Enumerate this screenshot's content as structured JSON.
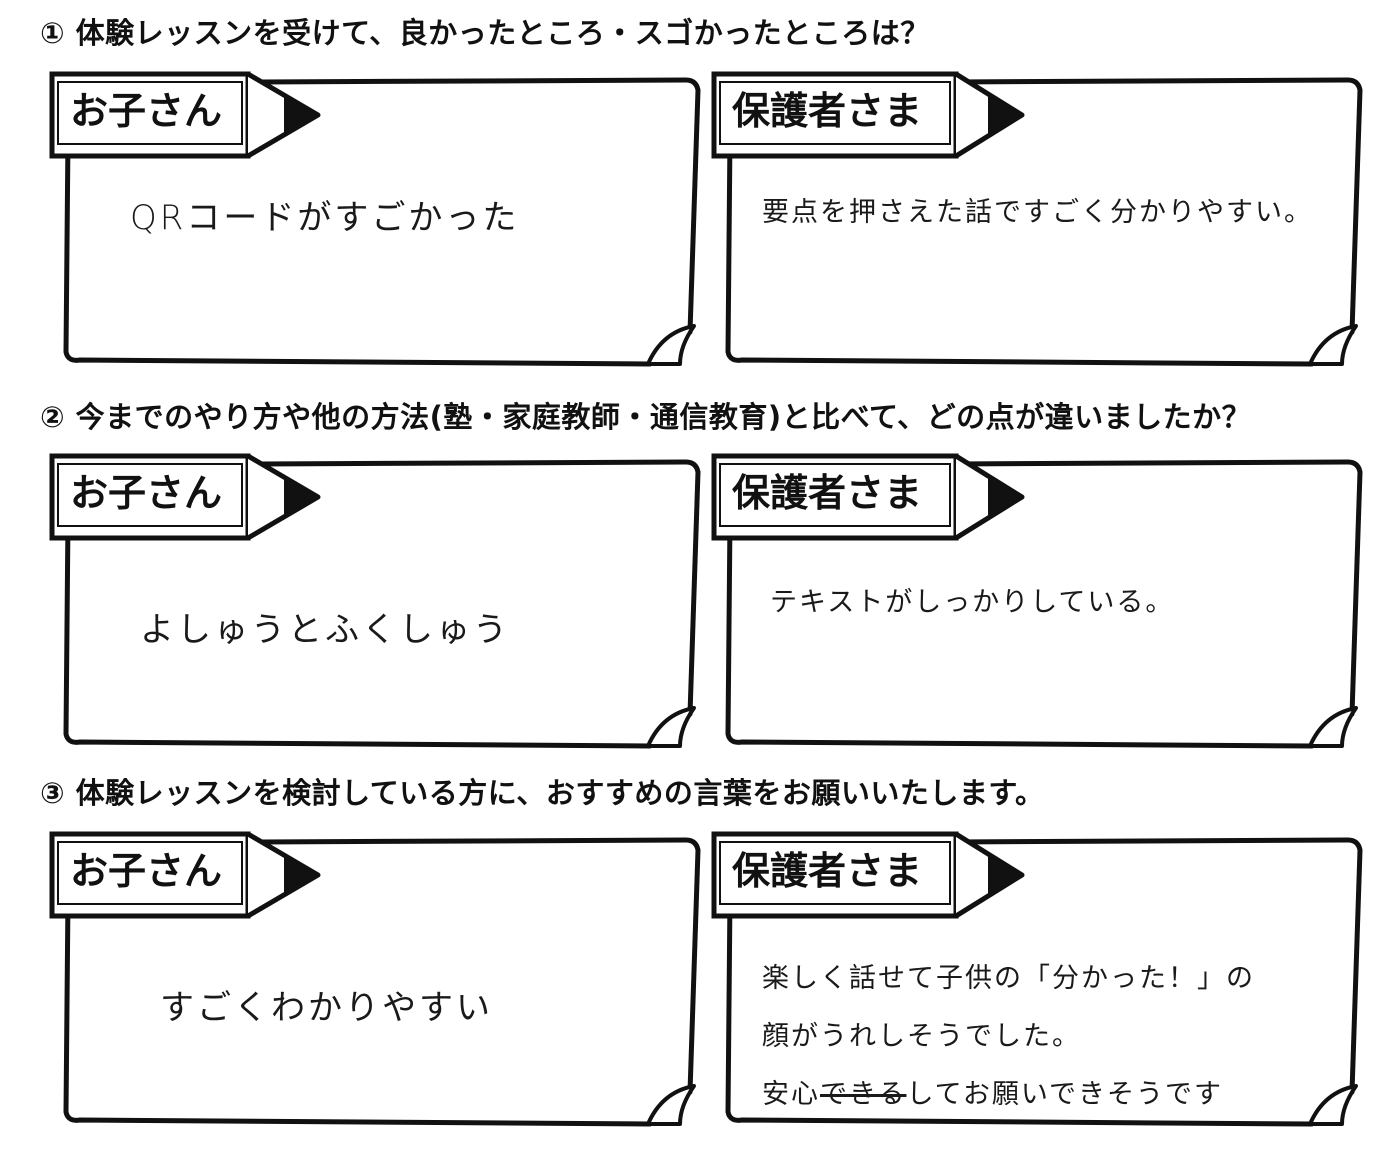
{
  "questions": [
    {
      "number": "①",
      "text": "体験レッスンを受けて、良かったところ・スゴかったところは？",
      "child_label": "お子さん",
      "parent_label": "保護者さま",
      "child_answer": "QRコードがすごかった",
      "parent_answer": "要点を押さえた話ですごく分かりやすい。"
    },
    {
      "number": "②",
      "text": "今までのやり方や他の方法(塾・家庭教師・通信教育)と比べて、どの点が違いましたか？",
      "child_label": "お子さん",
      "parent_label": "保護者さま",
      "child_answer": "よしゅうとふくしゅう",
      "parent_answer": "テキストがしっかりしている。"
    },
    {
      "number": "③",
      "text": "体験レッスンを検討している方に、おすすめの言葉をお願いいたします。",
      "child_label": "お子さん",
      "parent_label": "保護者さま",
      "child_answer": "すごくわかりやすい",
      "parent_answer_lines": [
        "楽しく話せて子供の「分かった！」の",
        "顔がうれしそうでした。",
        "安心"
      ],
      "parent_answer_struck": "できる",
      "parent_answer_tail": "してお願いできそうです"
    }
  ]
}
